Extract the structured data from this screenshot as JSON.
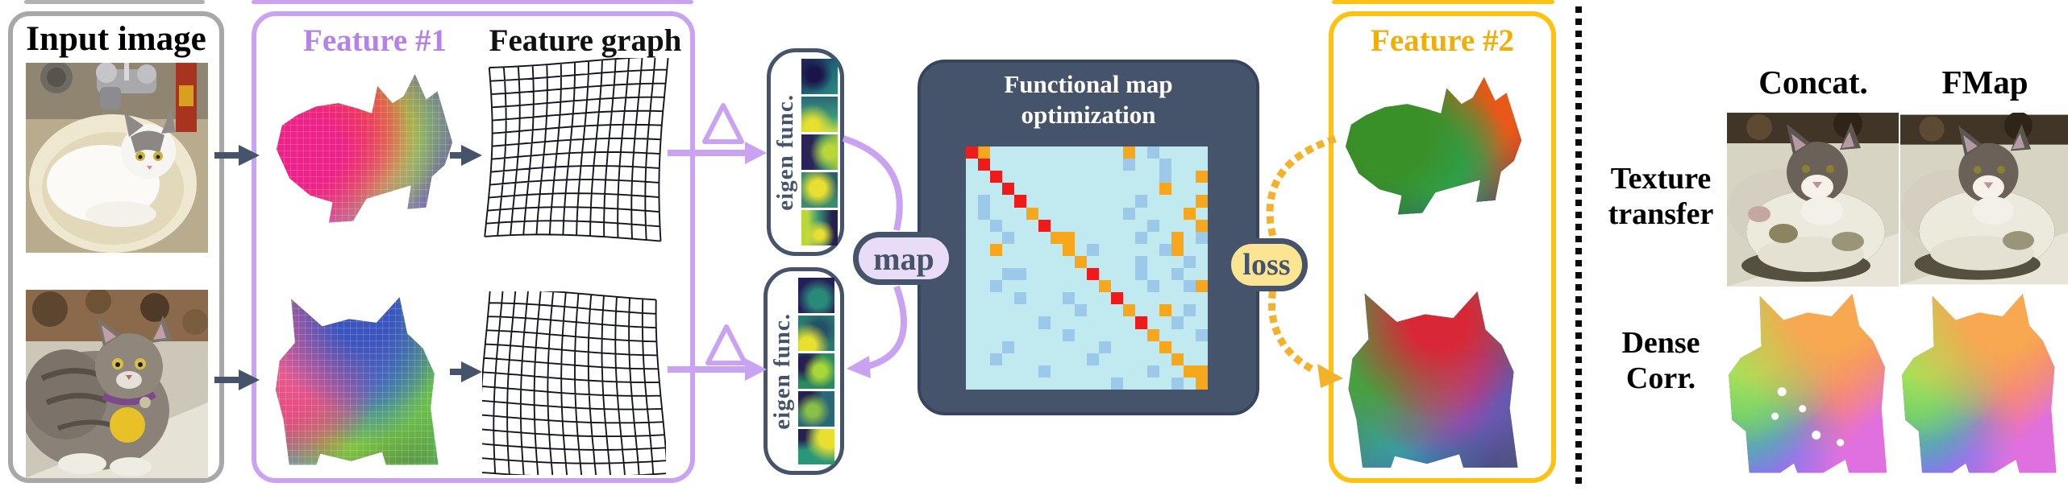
{
  "figure": {
    "input_panel": {
      "title": "Input image"
    },
    "feature1_panel": {
      "title": "Feature #1",
      "graph_title": "Feature graph"
    },
    "eigen_box_top": {
      "label": "eigen func."
    },
    "eigen_box_bottom": {
      "label": "eigen func."
    },
    "map_badge": {
      "label": "map"
    },
    "fmap_panel": {
      "title_line1": "Functional map",
      "title_line2": "optimization"
    },
    "loss_badge": {
      "label": "loss"
    },
    "feature2_panel": {
      "title": "Feature #2"
    },
    "icons": {
      "laplacian_symbol": "Δ"
    },
    "results_panel": {
      "col_headers": [
        "Concat.",
        "FMap"
      ],
      "row_header_texture": {
        "line1": "Texture",
        "line2": "transfer"
      },
      "row_header_dense": {
        "line1": "Dense",
        "line2": "Corr."
      }
    }
  },
  "colors": {
    "gray_border": "#a8a8a8",
    "accent_purple": "#c9a2f1",
    "title_purple": "#b583e8",
    "lavender_fill": "#e9dcf8",
    "dark_slate": "#45536b",
    "gold": "#ffc112",
    "gold_title": "#f2ae02",
    "gold_dotted": "#f2b32a",
    "loss_fill": "#fbe492",
    "mx_bg": "#c0e9f0",
    "mx_red": "#ef1a1a",
    "mx_orange": "#f6a71c",
    "mx_blue": "#9cc9e9"
  },
  "matrix": {
    "type": "heatmap",
    "rows": 20,
    "cols": 20,
    "legend": {
      "R": "diagonal high (red)",
      "O": "medium (orange)",
      "B": "low (light blue)",
      ".": "background (cyan)"
    },
    "pattern": [
      "RO...........O.B....",
      ".R...........B..B...",
      "..R.............B..O",
      "...R............O...",
      ".B..R.........B....O",
      ".B...O.......B....O.",
      "..B...R........B...O",
      "...B...OO.....B..O.B",
      "..O.....O.B.....BO..",
      ".........O....B...B.",
      "...BB.....R...B..B..",
      "..B........O...B..BO",
      "....B...B...R.......",
      ".........B...O..O.B.",
      "......B.......R..B..",
      "........B......O...B",
      "...B.......B....O...",
      "..B.......B......O..",
      "......B........B..OO",
      "............B....B.O"
    ]
  }
}
